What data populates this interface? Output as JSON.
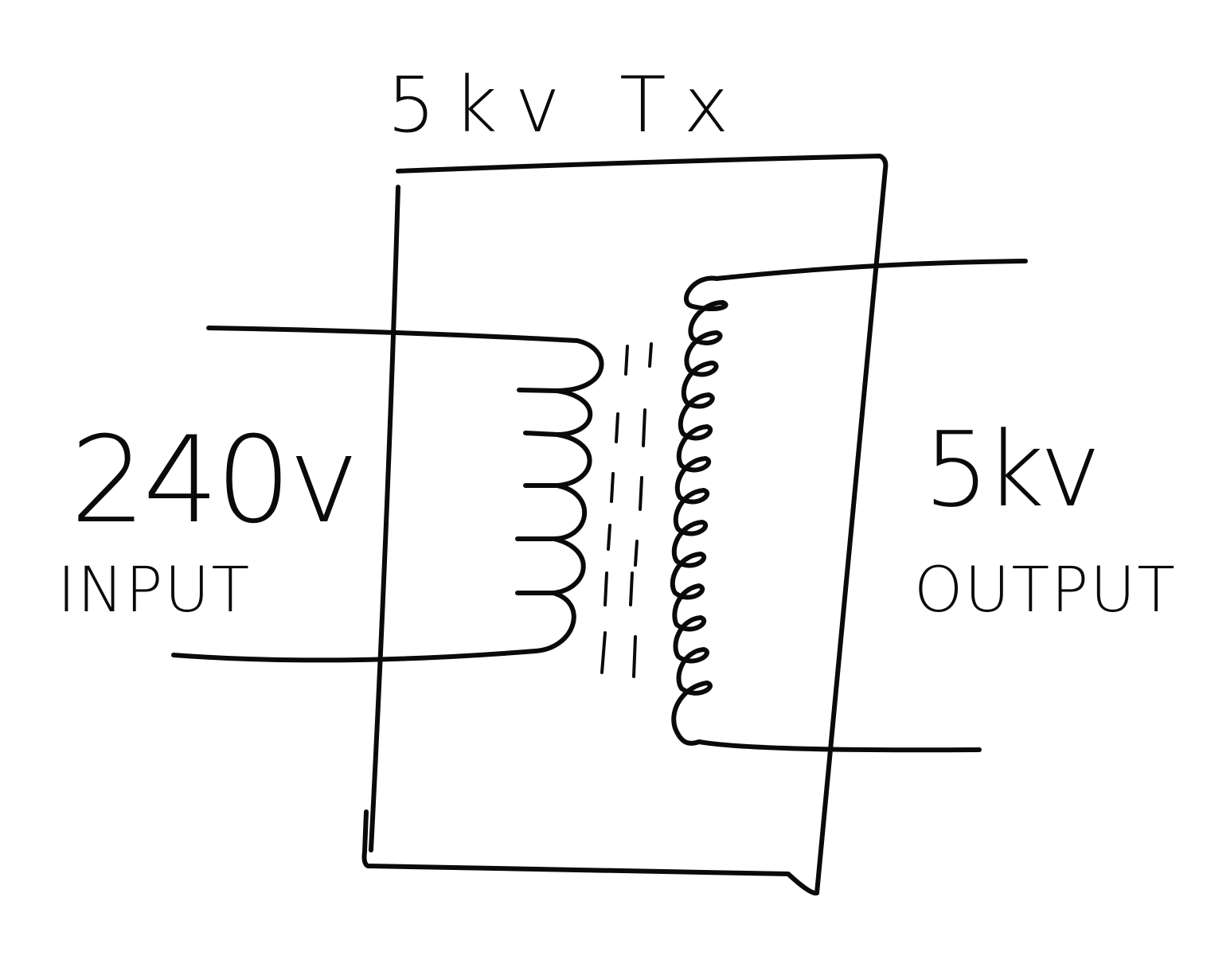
{
  "title": "5kv Tx",
  "input": {
    "voltage": "240v",
    "label": "INPUT"
  },
  "output": {
    "voltage": "5kv",
    "label": "OUTPUT"
  },
  "colors": {
    "ink": "#0a0a0a",
    "paper": "#ffffff"
  }
}
